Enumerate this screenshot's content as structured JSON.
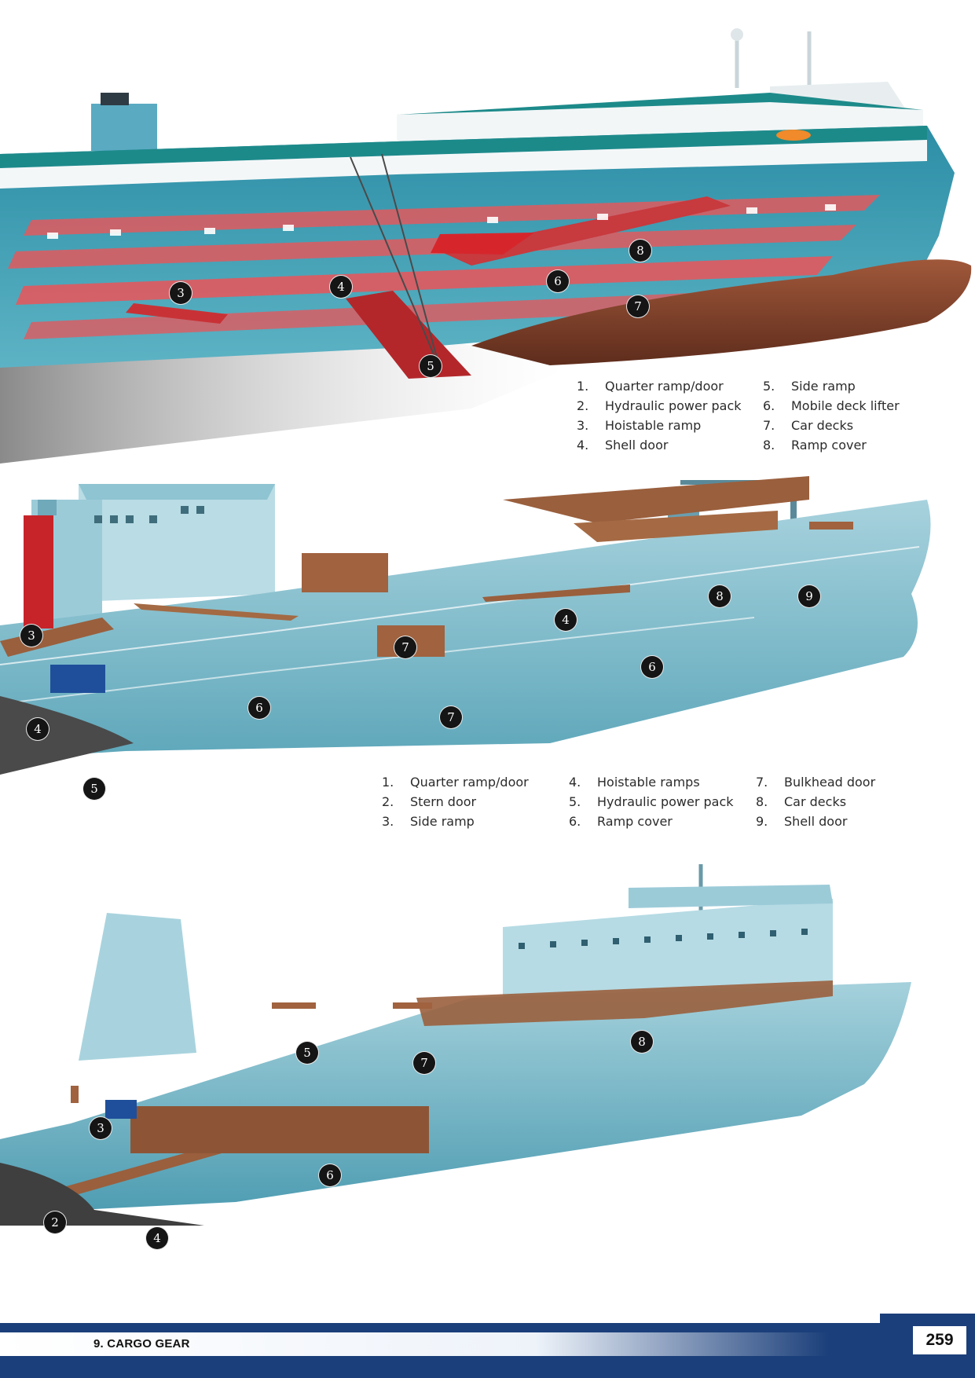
{
  "figure1": {
    "legend": [
      [
        {
          "num": "1.",
          "label": "Quarter ramp/door"
        },
        {
          "num": "2.",
          "label": "Hydraulic power pack"
        },
        {
          "num": "3.",
          "label": "Hoistable ramp"
        },
        {
          "num": "4.",
          "label": "Shell door"
        }
      ],
      [
        {
          "num": "5.",
          "label": "Side ramp"
        },
        {
          "num": "6.",
          "label": "Mobile deck lifter"
        },
        {
          "num": "7.",
          "label": "Car decks"
        },
        {
          "num": "8.",
          "label": "Ramp cover"
        }
      ]
    ],
    "callouts": [
      "3",
      "4",
      "5",
      "6",
      "7",
      "8"
    ]
  },
  "figure2": {
    "legend": [
      [
        {
          "num": "1.",
          "label": "Quarter ramp/door"
        },
        {
          "num": "2.",
          "label": "Stern door"
        },
        {
          "num": "3.",
          "label": "Side ramp"
        }
      ],
      [
        {
          "num": "4.",
          "label": "Hoistable ramps"
        },
        {
          "num": "5.",
          "label": "Hydraulic power pack"
        },
        {
          "num": "6.",
          "label": "Ramp cover"
        }
      ],
      [
        {
          "num": "7.",
          "label": "Bulkhead door"
        },
        {
          "num": "8.",
          "label": "Car decks"
        },
        {
          "num": "9.",
          "label": "Shell door"
        }
      ]
    ],
    "callouts": [
      "3",
      "4",
      "4",
      "5",
      "6",
      "6",
      "7",
      "7",
      "8",
      "9"
    ]
  },
  "figure3": {
    "callouts": [
      "2",
      "3",
      "4",
      "5",
      "6",
      "7",
      "8"
    ]
  },
  "footer": {
    "chapter": "9. CARGO GEAR",
    "page_number": "259"
  },
  "colors": {
    "hull": "#4f9db2",
    "hull_light": "#a9d3de",
    "superstructure": "#1d8a8a",
    "car_deck": "#e2595e",
    "ramp_wood": "#9a5f3d",
    "bulbous_bow": "#7a3d28",
    "footer_navy": "#1b3f7a"
  }
}
